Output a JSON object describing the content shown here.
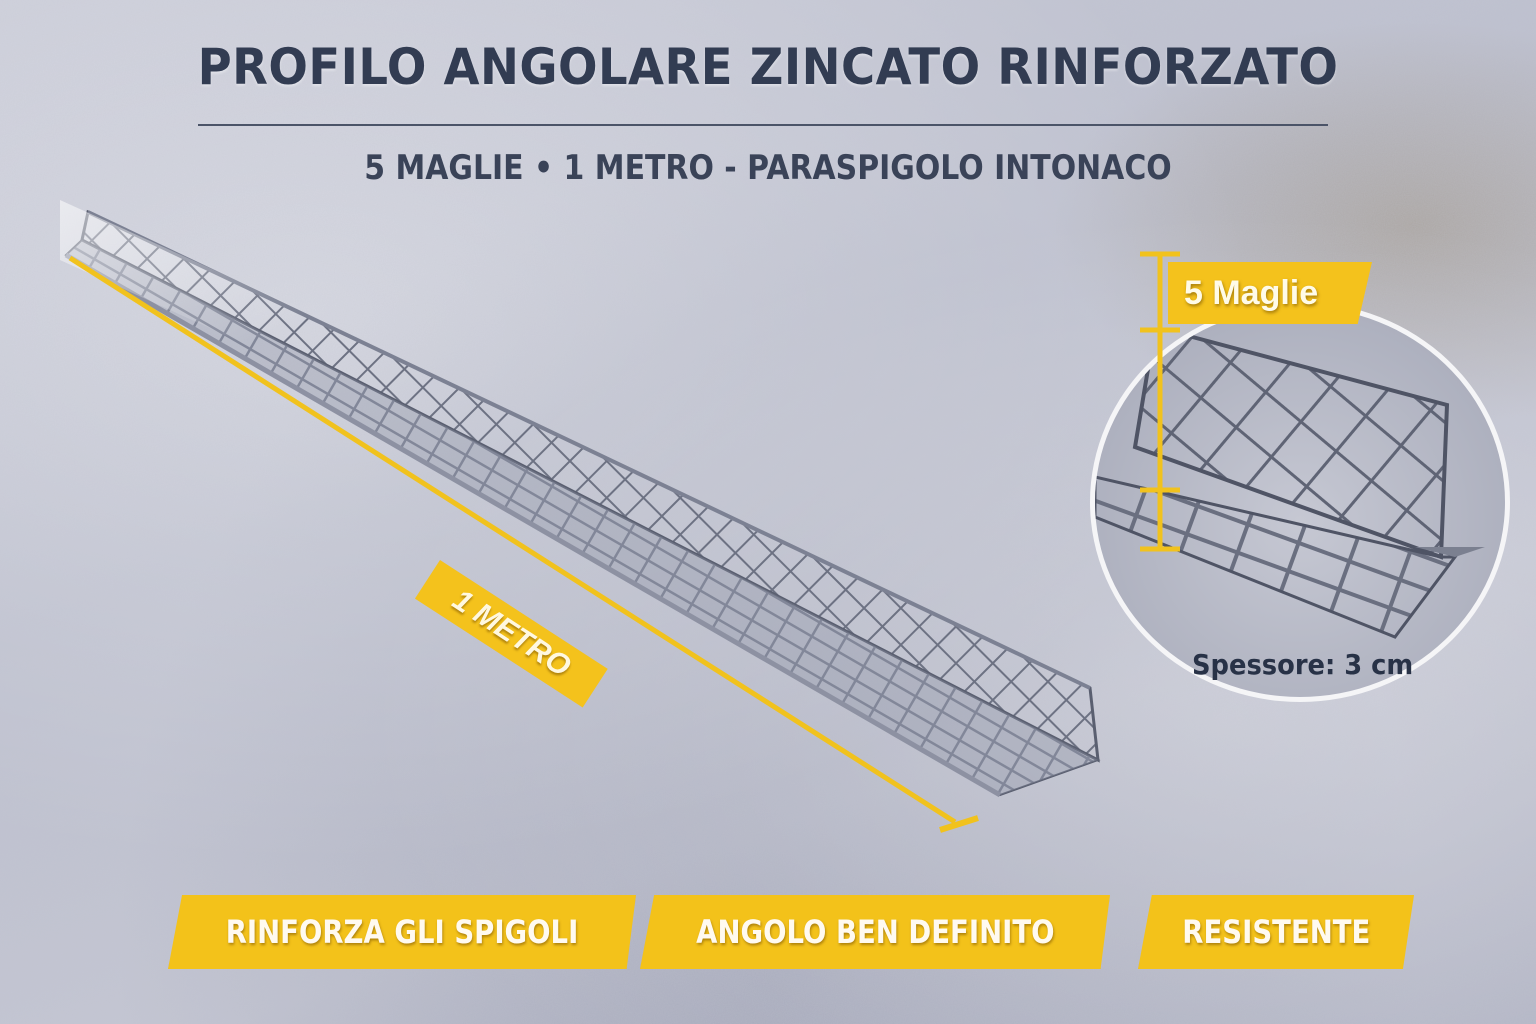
{
  "header": {
    "title": "PROFILO ANGOLARE ZINCATO RINFORZATO",
    "subtitle": "5 MAGLIE • 1 METRO - PARASPIGOLO INTONACO"
  },
  "product_image": {
    "length_label": "1 METRO"
  },
  "detail_callout": {
    "mesh_label": "5 Maglie",
    "thickness_label": "Spessore: 3 cm"
  },
  "features": [
    {
      "label": "RINFORZA GLI SPIGOLI"
    },
    {
      "label": "ANGOLO BEN DEFINITO"
    },
    {
      "label": "RESISTENTE"
    }
  ],
  "colors": {
    "accent_yellow": "#f4c21c",
    "title_navy": "#323c52",
    "background_gray": "#bfc1cf"
  }
}
